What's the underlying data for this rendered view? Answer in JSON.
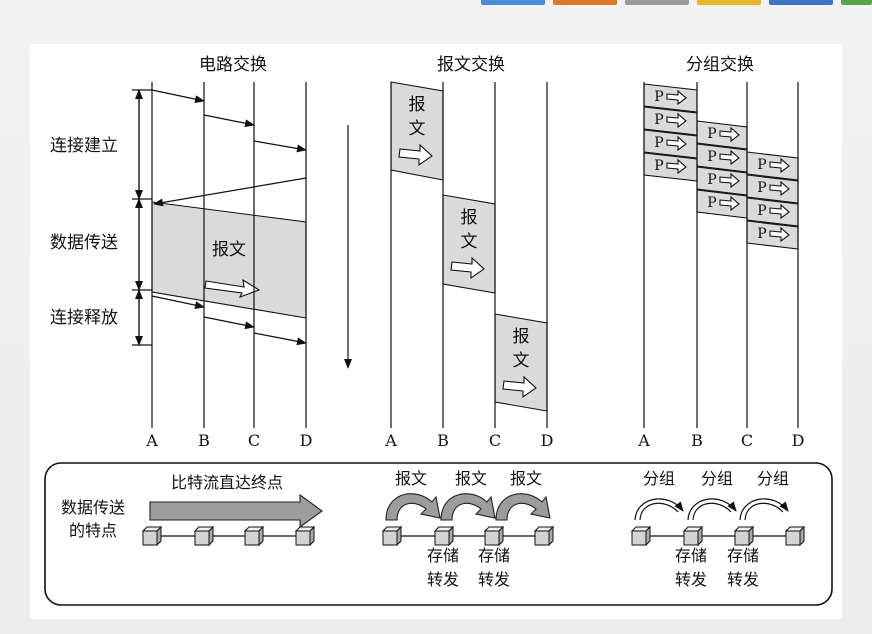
{
  "header_strip_colors": [
    "#4a8fd6",
    "#e0782c",
    "#9a9a9a",
    "#e8b62c",
    "#3f73c0",
    "#5aa54a"
  ],
  "colors": {
    "box_fill": "#dadada",
    "arrow_fill": "#9c9c9c",
    "line": "#111111"
  },
  "titles": {
    "circuit": "电路交换",
    "message": "报文交换",
    "packet": "分组交换"
  },
  "phases": {
    "setup": "连接建立",
    "transfer": "数据传送",
    "release": "连接释放"
  },
  "nodes": [
    "A",
    "B",
    "C",
    "D"
  ],
  "message_label": [
    "报",
    "文"
  ],
  "circuit_message": "报文",
  "packet_label": "P",
  "features": {
    "title_line1": "数据传送",
    "title_line2": "的特点",
    "bitstream": "比特流直达终点",
    "message_hops": [
      "报文",
      "报文",
      "报文"
    ],
    "packet_hops": [
      "分组",
      "分组",
      "分组"
    ],
    "store_forward": [
      "存储",
      "转发"
    ]
  }
}
